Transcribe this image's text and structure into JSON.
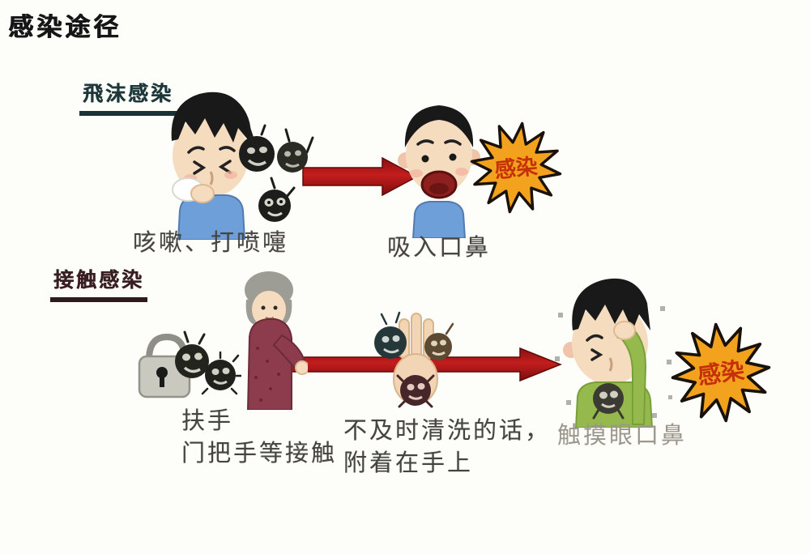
{
  "title": "感染途径",
  "row1": {
    "label": "飛沫感染",
    "caption_source": "咳嗽、打喷嚏",
    "caption_result": "吸入口鼻",
    "badge": "感染"
  },
  "row2": {
    "label": "接触感染",
    "caption_source": "扶手\n门把手等接触",
    "caption_middle": "不及时清洗的话，\n附着在手上",
    "caption_result": "触摸眼口鼻",
    "badge": "感染"
  },
  "colors": {
    "arrow_red": "#a31212",
    "badge_fill": "#f2a21d",
    "badge_text": "#c53008",
    "droplet_label": "#1e383a",
    "contact_label": "#381e20",
    "shirt_blue": "#6f9fd8",
    "shirt_green": "#96b94e",
    "cardigan_maroon": "#8c3c4c"
  },
  "icons": {
    "starburst": "starburst-burst",
    "arrow": "arrow-right",
    "germ": "germ-blob",
    "padlock": "padlock"
  }
}
